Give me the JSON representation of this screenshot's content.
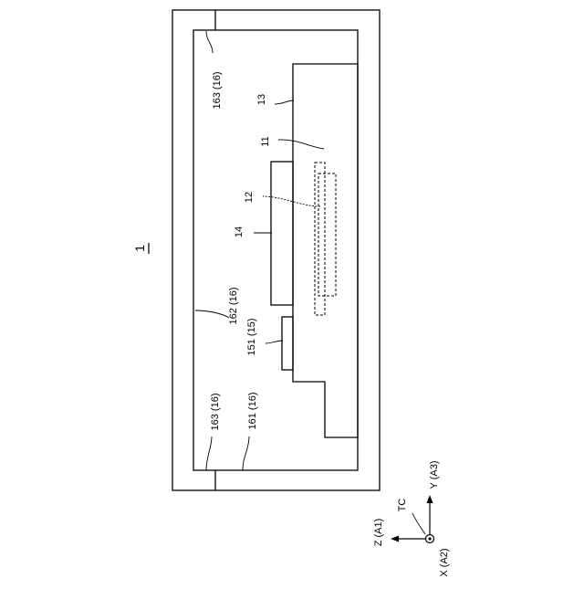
{
  "figure_label": "1",
  "labels": {
    "l163_top": "163 (16)",
    "l13": "13",
    "l11": "11",
    "l12": "12",
    "l14": "14",
    "l162": "162 (16)",
    "l151": "151 (15)",
    "l163_bottom": "163 (16)",
    "l161": "161 (16)"
  },
  "axes": {
    "tc": "TC",
    "z": "Z (A1)",
    "y": "Y (A3)",
    "x": "X (A2)"
  }
}
